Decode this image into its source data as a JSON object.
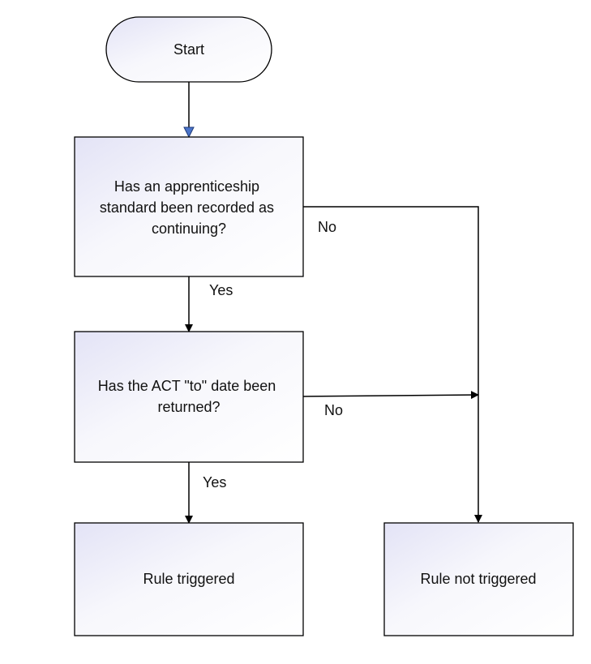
{
  "nodes": {
    "start": {
      "label": "Start"
    },
    "q1": {
      "lines": [
        "Has an apprenticeship",
        "standard been recorded as",
        "continuing?"
      ]
    },
    "q2": {
      "lines": [
        "Has the ACT \"to\" date been",
        "returned?"
      ]
    },
    "triggered": {
      "label": "Rule triggered"
    },
    "not_triggered": {
      "label": "Rule not triggered"
    }
  },
  "edges": {
    "q1_yes": "Yes",
    "q1_no": "No",
    "q2_yes": "Yes",
    "q2_no": "No"
  },
  "colors": {
    "stroke": "#000000",
    "fill_light": "#ffffff",
    "fill_tint": "#e6e6f7",
    "first_arrowhead": "#4a74c9"
  }
}
